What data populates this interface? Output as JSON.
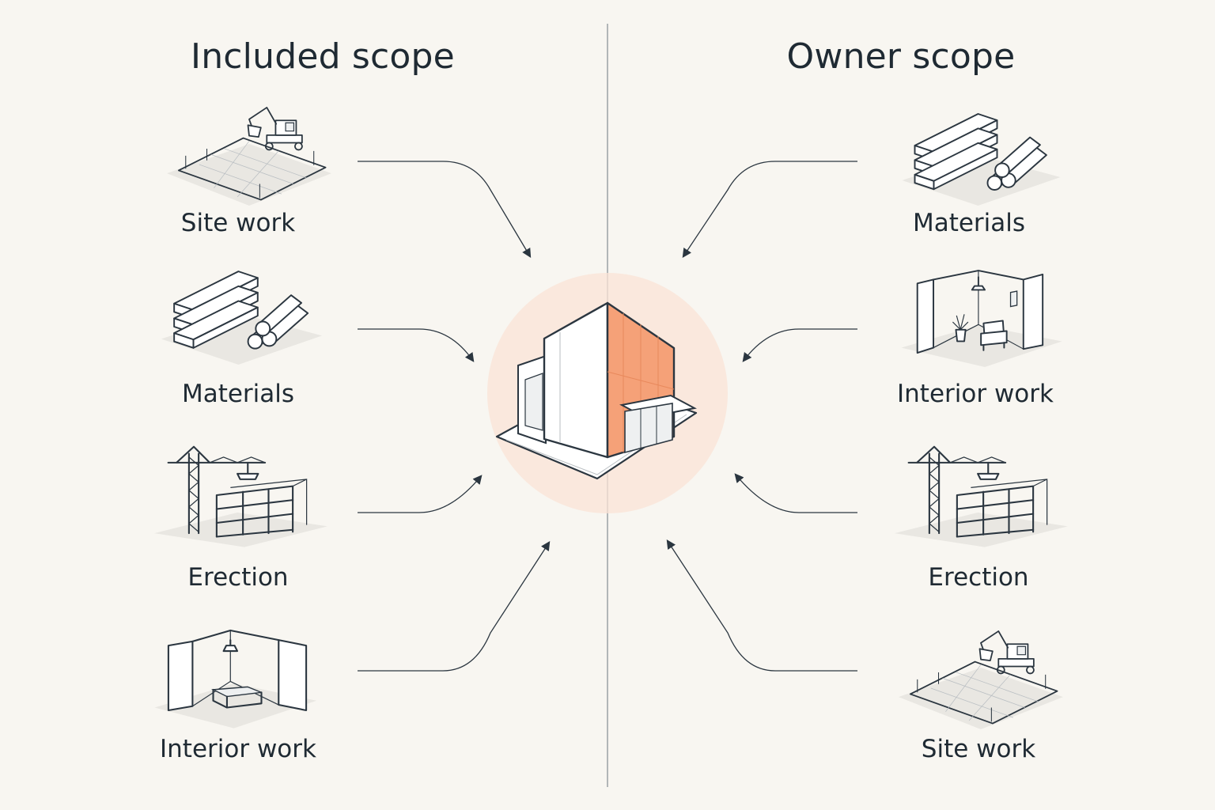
{
  "headings": {
    "included": "Included scope",
    "owner": "Owner scope"
  },
  "included_items": [
    {
      "label": "Site work",
      "icon": "excavator-site-icon"
    },
    {
      "label": "Materials",
      "icon": "lumber-pipes-icon"
    },
    {
      "label": "Erection",
      "icon": "crane-frame-icon"
    },
    {
      "label": "Interior work",
      "icon": "interior-room-icon"
    }
  ],
  "owner_items": [
    {
      "label": "Materials",
      "icon": "lumber-pipes-icon"
    },
    {
      "label": "Interior work",
      "icon": "furnished-room-icon"
    },
    {
      "label": "Erection",
      "icon": "crane-frame-icon"
    },
    {
      "label": "Site work",
      "icon": "excavator-site-icon"
    }
  ],
  "center": {
    "icon": "building-icon"
  },
  "colors": {
    "background": "#f8f6f1",
    "ink": "#1f2a33",
    "accent": "#f5a178",
    "halo": "#fbe3d6",
    "divider": "#9aa1a6"
  }
}
